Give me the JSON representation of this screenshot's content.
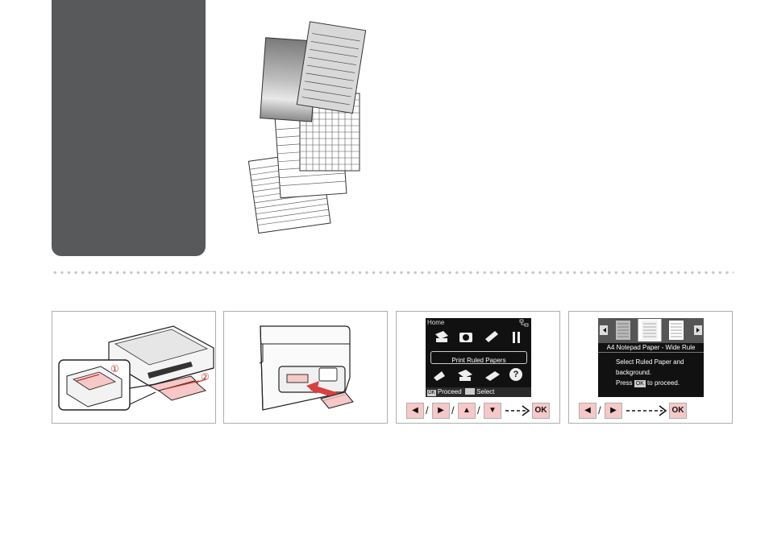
{
  "panel3": {
    "lcd_header": "Home",
    "menu_label": "Print Ruled Papers",
    "footer_ok": "OK",
    "footer_proceed": "Proceed",
    "footer_select": "Select",
    "help_glyph": "?"
  },
  "panel4": {
    "lcd_title": "A4 Notepad Paper - Wide Rule",
    "lcd_line1": "Select Ruled Paper and",
    "lcd_line2": "background.",
    "lcd_line3a": "Press",
    "lcd_ok": "OK",
    "lcd_line3b": "to proceed."
  },
  "illustration1": {
    "step1": "①",
    "step2": "②"
  },
  "keys": {
    "left": "◀",
    "right": "▶",
    "up": "▲",
    "down": "▼",
    "ok": "OK",
    "slash": "/"
  },
  "icons": {
    "tab": "section-tab-block",
    "papers": "ruled-papers-illustration",
    "printer": "printer-illustration",
    "card": "memory-card-illustration"
  }
}
